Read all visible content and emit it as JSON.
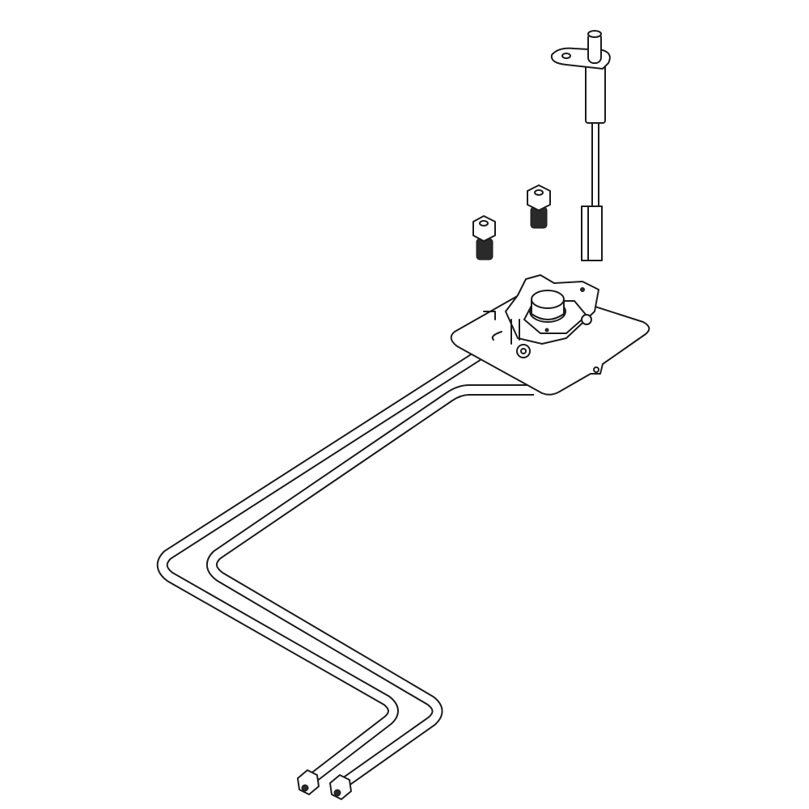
{
  "diagram": {
    "style": "black line-art parts illustration on white",
    "colors": {
      "background": "#ffffff",
      "line": "#1a1a1a"
    },
    "components": [
      "tube-assembly",
      "mounting-plate",
      "valve-body",
      "screw",
      "screw",
      "probe-sensor",
      "tube-fitting",
      "tube-fitting"
    ]
  }
}
